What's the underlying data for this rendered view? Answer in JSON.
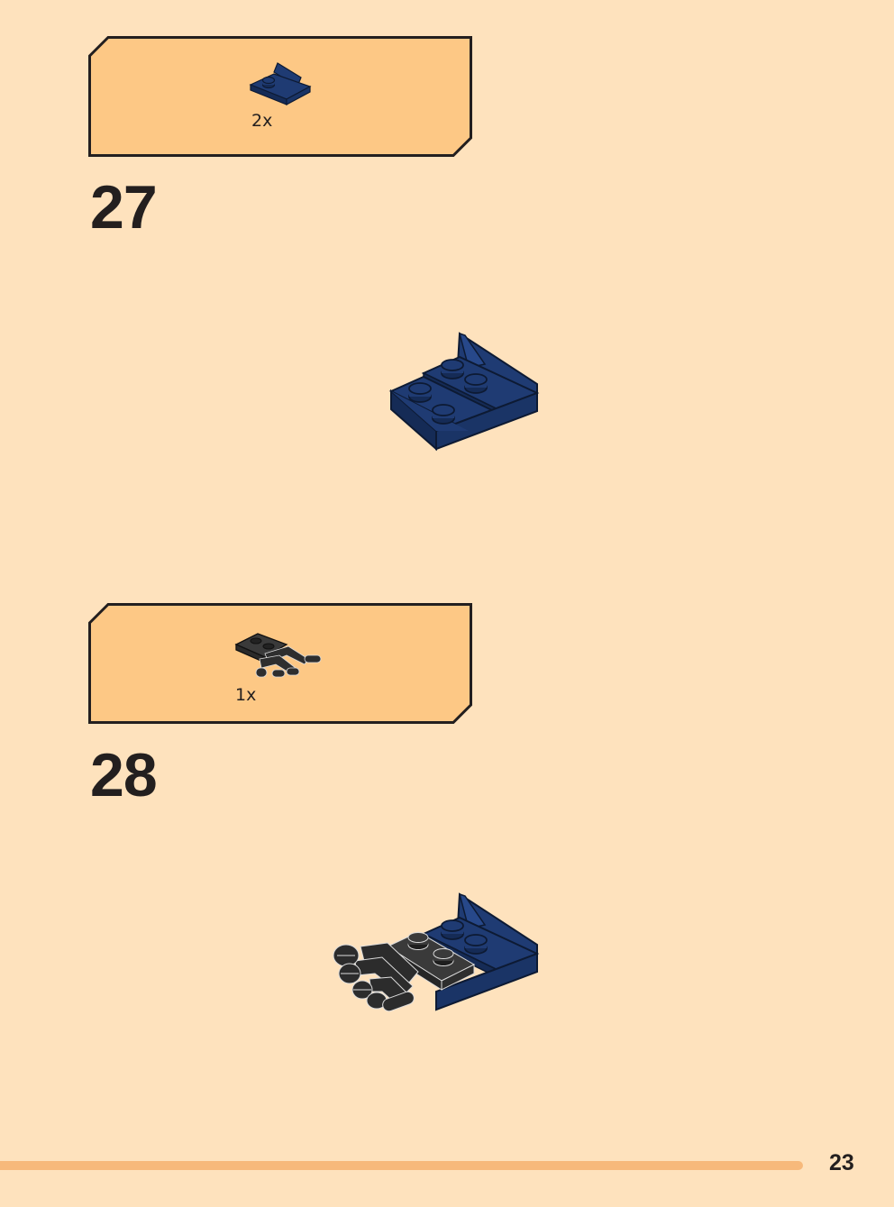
{
  "steps": [
    {
      "number": "27",
      "part_quantity": "2x",
      "part_icon": "dark-blue-bracket-plate-icon"
    },
    {
      "number": "28",
      "part_quantity": "1x",
      "part_icon": "black-claw-plate-icon"
    }
  ],
  "page_number": "23",
  "colors": {
    "page_background": "#FEE2BD",
    "parts_box_fill": "#FDC885",
    "parts_box_border": "#231F1F",
    "brick_blue": "#1F3B73",
    "brick_blue_dark": "#152B56",
    "brick_black": "#2C2C2C",
    "progress_bar": "#F7B97B"
  }
}
